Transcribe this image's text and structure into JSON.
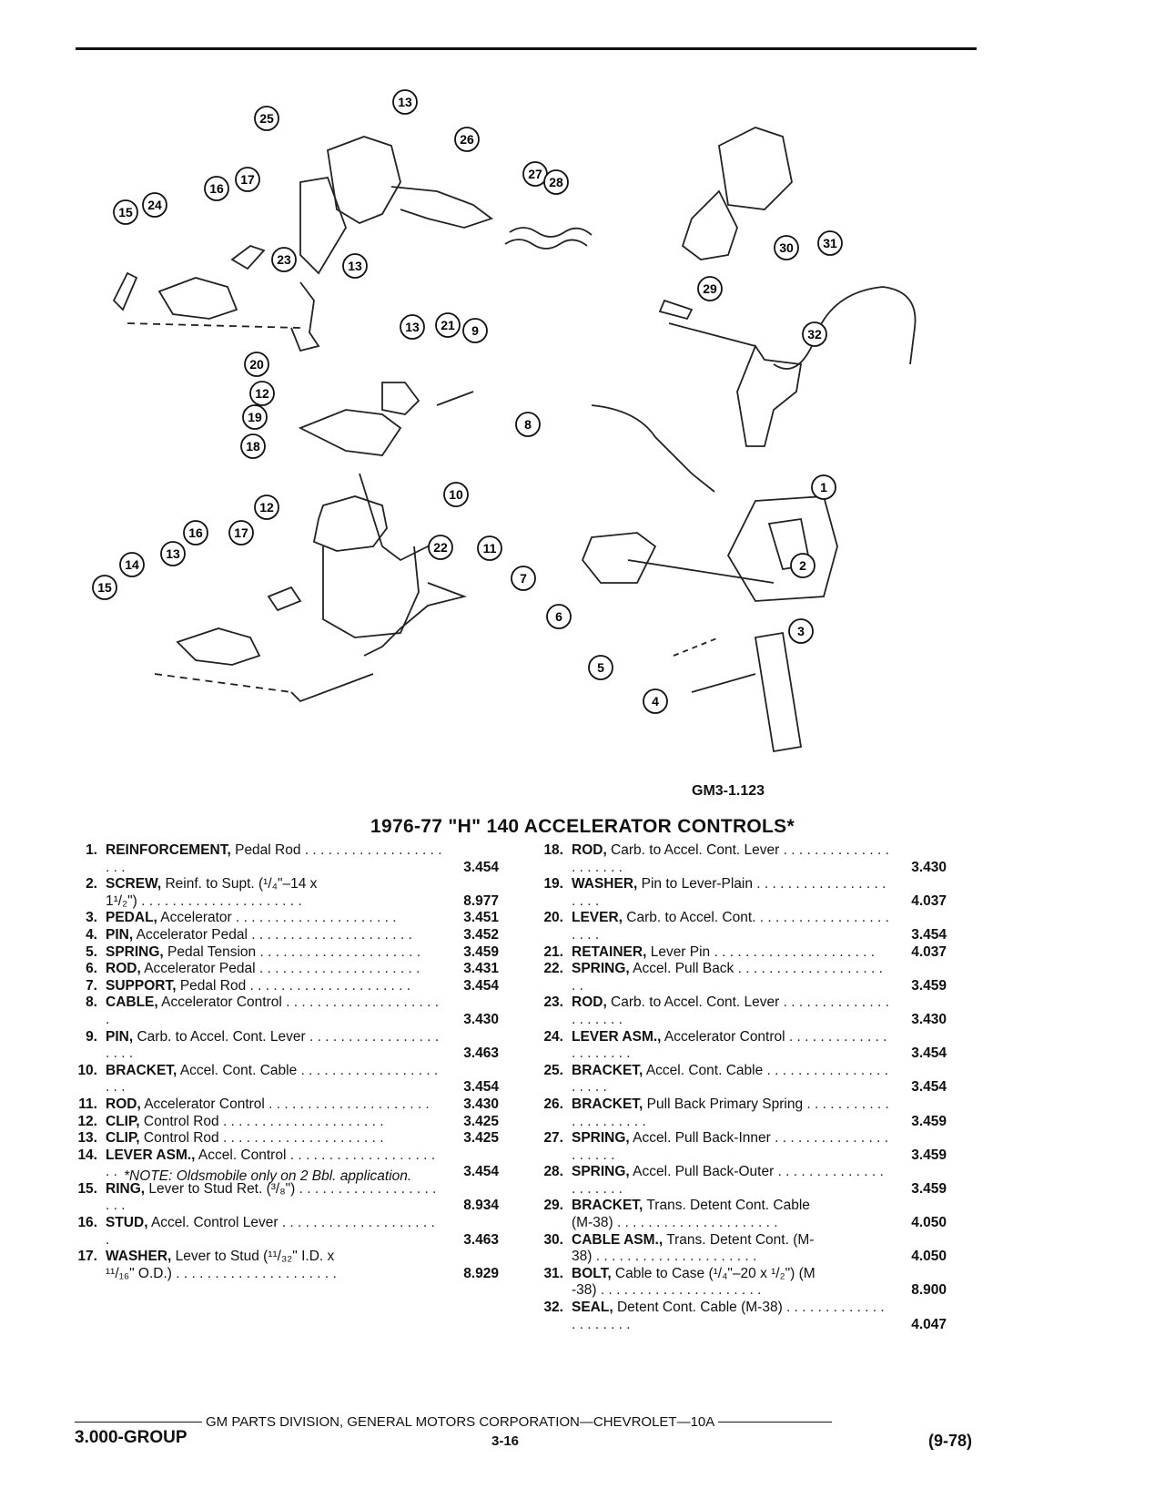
{
  "figure_id": "GM3-1.123",
  "title": "1976-77 \"H\" 140 ACCELERATOR CONTROLS*",
  "callouts": [
    "1",
    "2",
    "3",
    "4",
    "5",
    "6",
    "7",
    "8",
    "9",
    "10",
    "11",
    "12",
    "12",
    "13",
    "13",
    "13",
    "13",
    "14",
    "15",
    "15",
    "16",
    "16",
    "17",
    "17",
    "18",
    "19",
    "20",
    "21",
    "22",
    "23",
    "24",
    "25",
    "26",
    "27",
    "28",
    "29",
    "30",
    "31",
    "32"
  ],
  "parts_left": [
    {
      "num": "1.",
      "name": "REINFORCEMENT,",
      "desc": " Pedal Rod",
      "code": "3.454"
    },
    {
      "num": "2.",
      "name": "SCREW,",
      "desc": " Reinf. to Supt. (¹/₄\"–14 x\n1¹/₂\")",
      "code": "8.977"
    },
    {
      "num": "3.",
      "name": "PEDAL,",
      "desc": " Accelerator",
      "code": "3.451"
    },
    {
      "num": "4.",
      "name": "PIN,",
      "desc": " Accelerator Pedal",
      "code": "3.452"
    },
    {
      "num": "5.",
      "name": "SPRING,",
      "desc": " Pedal Tension",
      "code": "3.459"
    },
    {
      "num": "6.",
      "name": "ROD,",
      "desc": " Accelerator Pedal",
      "code": "3.431"
    },
    {
      "num": "7.",
      "name": "SUPPORT,",
      "desc": " Pedal Rod",
      "code": "3.454"
    },
    {
      "num": "8.",
      "name": "CABLE,",
      "desc": " Accelerator Control",
      "code": "3.430"
    },
    {
      "num": "9.",
      "name": "PIN,",
      "desc": " Carb. to Accel. Cont. Lever",
      "code": "3.463"
    },
    {
      "num": "10.",
      "name": "BRACKET,",
      "desc": " Accel. Cont. Cable",
      "code": "3.454"
    },
    {
      "num": "11.",
      "name": "ROD,",
      "desc": " Accelerator Control",
      "code": "3.430"
    },
    {
      "num": "12.",
      "name": "CLIP,",
      "desc": " Control Rod",
      "code": "3.425"
    },
    {
      "num": "13.",
      "name": "CLIP,",
      "desc": " Control Rod",
      "code": "3.425"
    },
    {
      "num": "14.",
      "name": "LEVER ASM.,",
      "desc": " Accel. Control",
      "code": "3.454"
    },
    {
      "num": "15.",
      "name": "RING,",
      "desc": " Lever to Stud Ret. (³/₈\")",
      "code": "8.934"
    },
    {
      "num": "16.",
      "name": "STUD,",
      "desc": " Accel. Control Lever",
      "code": "3.463"
    },
    {
      "num": "17.",
      "name": "WASHER,",
      "desc": " Lever to Stud (¹¹/₃₂\" I.D. x\n¹¹/₁₆\" O.D.)",
      "code": "8.929"
    }
  ],
  "parts_right": [
    {
      "num": "18.",
      "name": "ROD,",
      "desc": " Carb. to Accel. Cont. Lever",
      "code": "3.430"
    },
    {
      "num": "19.",
      "name": "WASHER,",
      "desc": " Pin to Lever-Plain",
      "code": "4.037"
    },
    {
      "num": "20.",
      "name": "LEVER,",
      "desc": " Carb. to Accel. Cont.",
      "code": "3.454"
    },
    {
      "num": "21.",
      "name": "RETAINER,",
      "desc": " Lever Pin",
      "code": "4.037"
    },
    {
      "num": "22.",
      "name": "SPRING,",
      "desc": " Accel. Pull Back",
      "code": "3.459"
    },
    {
      "num": "23.",
      "name": "ROD,",
      "desc": " Carb. to Accel. Cont. Lever",
      "code": "3.430"
    },
    {
      "num": "24.",
      "name": "LEVER ASM.,",
      "desc": " Accelerator Control",
      "code": "3.454"
    },
    {
      "num": "25.",
      "name": "BRACKET,",
      "desc": " Accel. Cont. Cable",
      "code": "3.454"
    },
    {
      "num": "26.",
      "name": "BRACKET,",
      "desc": " Pull Back Primary Spring",
      "code": "3.459"
    },
    {
      "num": "27.",
      "name": "SPRING,",
      "desc": " Accel. Pull Back-Inner",
      "code": "3.459"
    },
    {
      "num": "28.",
      "name": "SPRING,",
      "desc": " Accel. Pull Back-Outer",
      "code": "3.459"
    },
    {
      "num": "29.",
      "name": "BRACKET,",
      "desc": " Trans. Detent Cont. Cable\n(M-38)",
      "code": "4.050"
    },
    {
      "num": "30.",
      "name": "CABLE ASM.,",
      "desc": " Trans. Detent Cont. (M-\n38)",
      "code": "4.050"
    },
    {
      "num": "31.",
      "name": "BOLT,",
      "desc": " Cable to Case (¹/₄\"–20 x ¹/₂\") (M\n-38)",
      "code": "8.900"
    },
    {
      "num": "32.",
      "name": "SEAL,",
      "desc": " Detent Cont. Cable (M-38)",
      "code": "4.047"
    }
  ],
  "note": "*NOTE: Oldsmobile only on 2 Bbl. application.",
  "footer": {
    "division": "GM PARTS DIVISION, GENERAL MOTORS CORPORATION—CHEVROLET—10A",
    "group": "3.000-GROUP",
    "page": "3-16",
    "date": "(9-78)"
  }
}
